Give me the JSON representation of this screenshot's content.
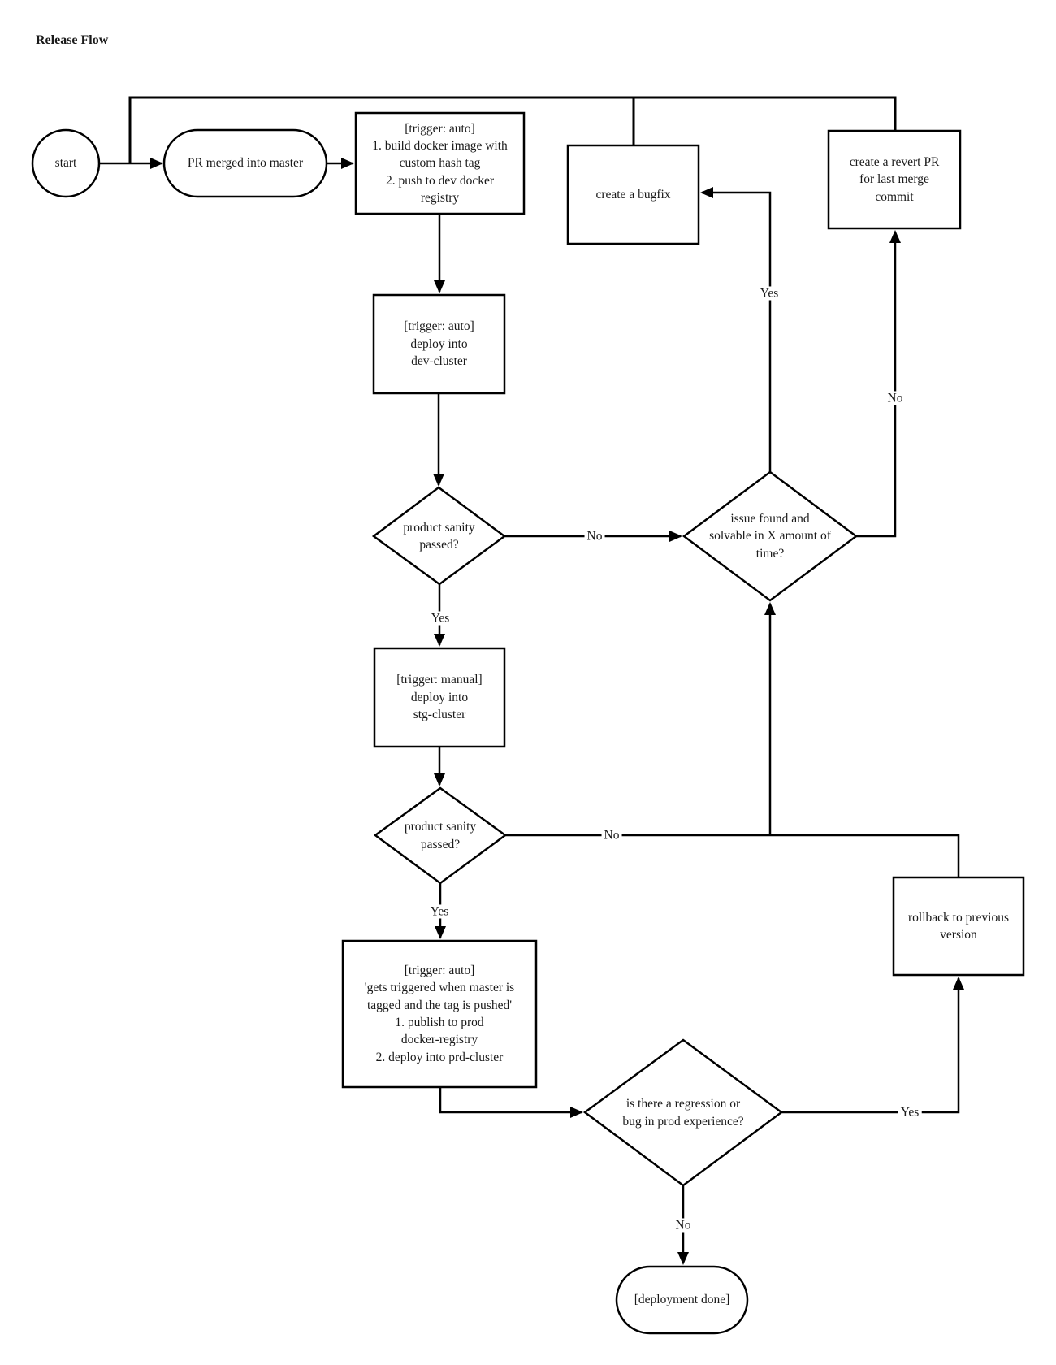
{
  "title": "Release Flow",
  "colors": {
    "stroke": "#000000",
    "text": "#1a1a1a",
    "background": "#ffffff"
  },
  "nodes": {
    "start": {
      "label": "start"
    },
    "pr_merged": {
      "label": "PR merged into master"
    },
    "build_push": {
      "label": "[trigger: auto]\n1. build docker image with\ncustom hash tag\n2. push to dev docker\nregistry"
    },
    "create_bugfix": {
      "label": "create a bugfix"
    },
    "create_revert_pr": {
      "label": "create a revert PR\nfor last merge\ncommit"
    },
    "deploy_dev": {
      "label": "[trigger: auto]\ndeploy into\ndev-cluster"
    },
    "sanity_dev": {
      "label": "product sanity\npassed?"
    },
    "issue_solvable": {
      "label": "issue found and\nsolvable in X amount of\ntime?"
    },
    "deploy_stg": {
      "label": "[trigger: manual]\ndeploy into\nstg-cluster"
    },
    "sanity_stg": {
      "label": "product sanity\npassed?"
    },
    "rollback": {
      "label": "rollback to previous\nversion"
    },
    "deploy_prd": {
      "label": "[trigger: auto]\n'gets triggered when master is\ntagged and the tag is pushed'\n1. publish to prod\ndocker-registry\n2. deploy into prd-cluster"
    },
    "regression": {
      "label": "is there a regression or\nbug in prod experience?"
    },
    "deployment_done": {
      "label": "[deployment done]"
    }
  },
  "edge_labels": [
    {
      "id": "sanity-dev-no",
      "text": "No"
    },
    {
      "id": "sanity-dev-yes",
      "text": "Yes"
    },
    {
      "id": "issue-yes",
      "text": "Yes"
    },
    {
      "id": "issue-no",
      "text": "No"
    },
    {
      "id": "sanity-stg-no",
      "text": "No"
    },
    {
      "id": "sanity-stg-yes",
      "text": "Yes"
    },
    {
      "id": "regression-yes",
      "text": "Yes"
    },
    {
      "id": "regression-no",
      "text": "No"
    }
  ]
}
